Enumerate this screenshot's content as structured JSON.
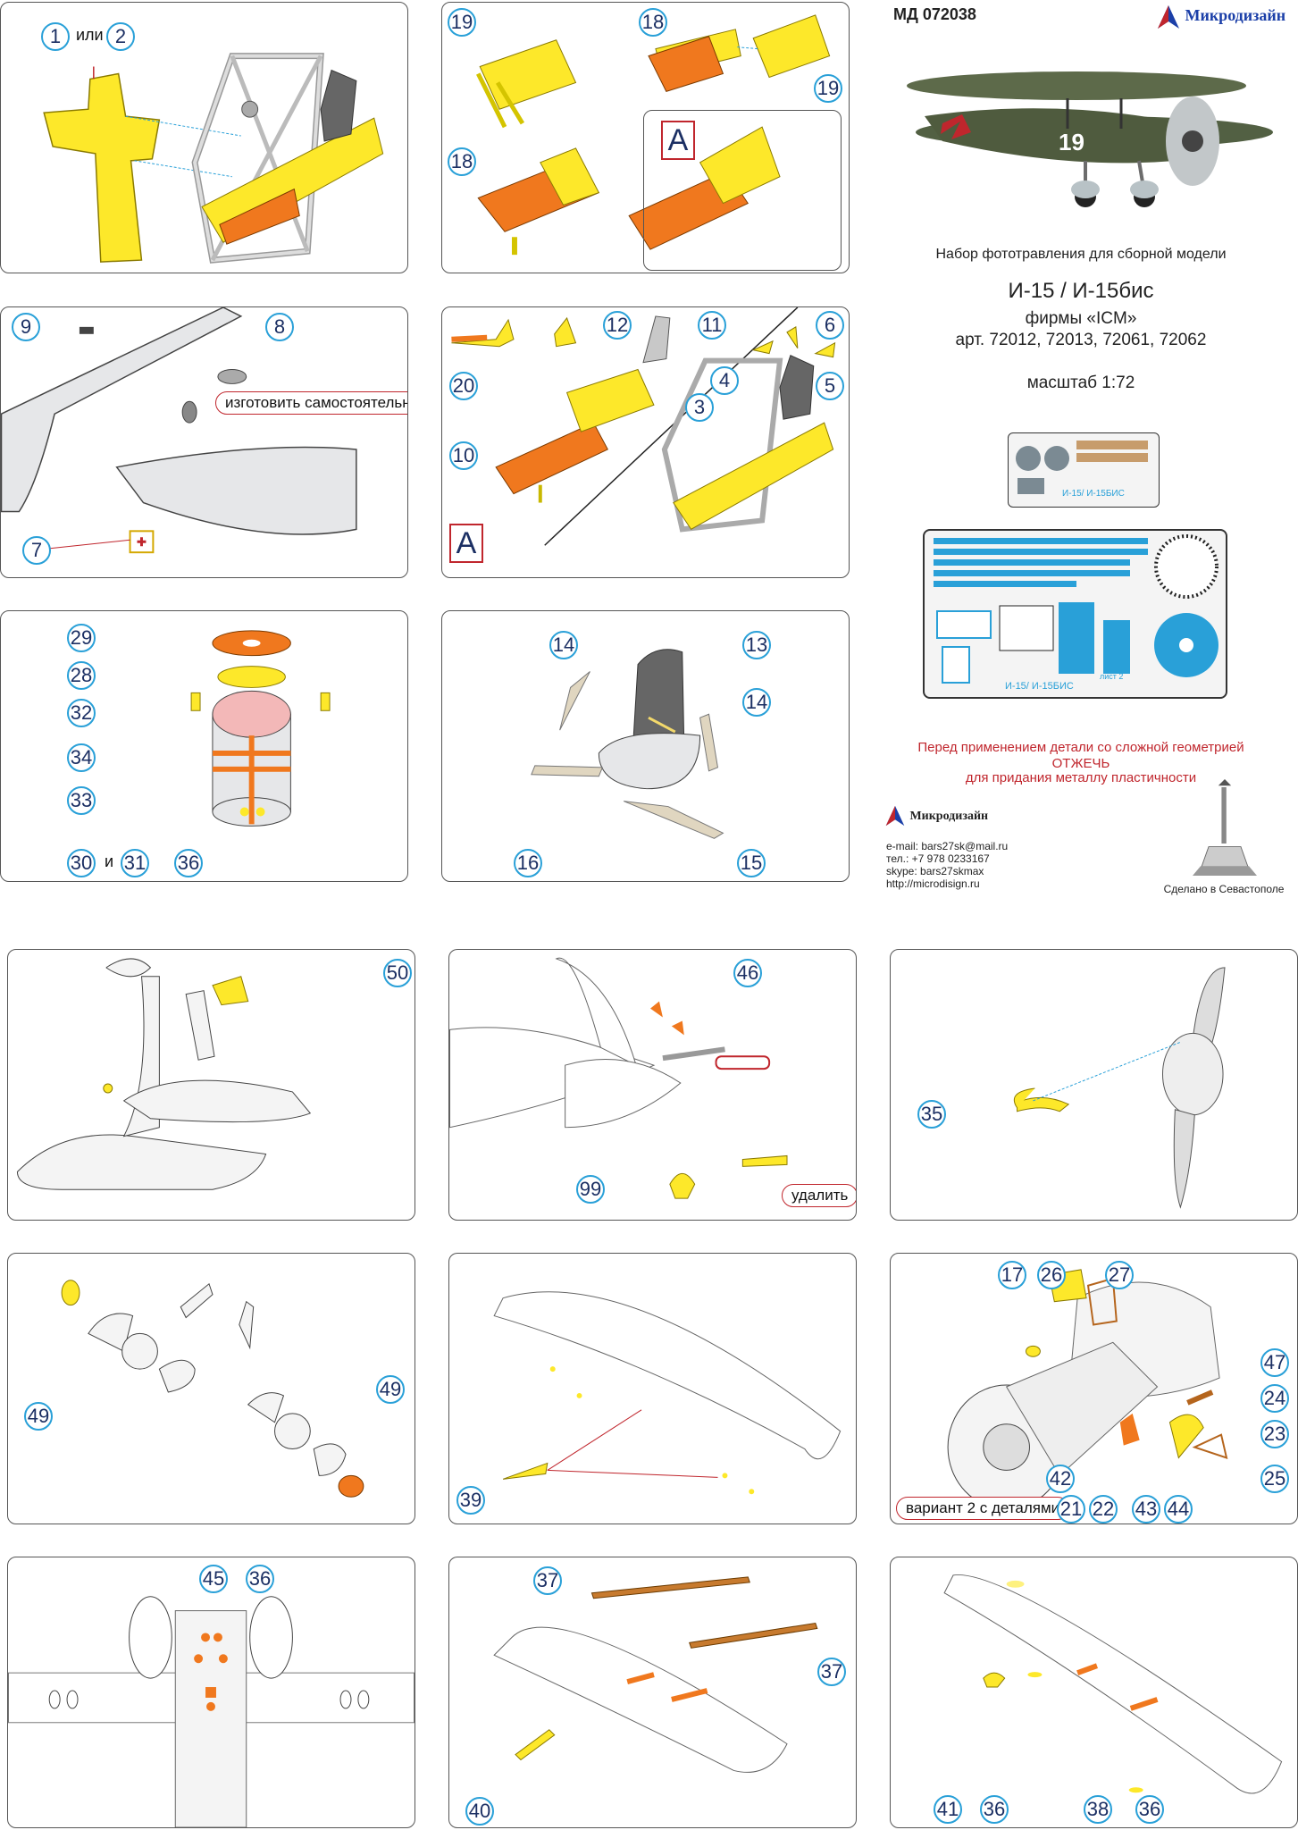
{
  "header": {
    "article": "МД 072038",
    "brand": "Микродизайн",
    "kit_intro": "Набор фототравления для сборной модели",
    "model_name": "И-15 / И-15бис",
    "maker": "фирмы «ICM»",
    "articles": "арт. 72012, 72013, 72061, 72062",
    "scale": "масштаб 1:72"
  },
  "fret": {
    "label_small": "И-15/ И-15БИС",
    "label_large": "И-15/ И-15БИС",
    "sheet": "лист 2"
  },
  "warning": {
    "line1": "Перед применением детали со сложной геометрией",
    "line2": "ОТЖЕЧЬ",
    "line3": "для придания металлу пластичности"
  },
  "contacts": {
    "brand": "Микродизайн",
    "email": "e-mail: bars27sk@mail.ru",
    "phone": "тел.: +7 978 0233167",
    "skype": "skype: bars27skmax",
    "site": "http://microdisign.ru"
  },
  "made_in": "Сделано в Севастополе",
  "aircraft_number": "19",
  "colors": {
    "yellow": "#fde82a",
    "orange": "#f0781e",
    "callout_ring": "#29a0d8",
    "callout_text": "#1b2f63",
    "accent_red": "#c0262d",
    "model_grey": "#e6e7e9"
  },
  "steps": {
    "p1": {
      "n1": "1",
      "or": "или",
      "n2": "2"
    },
    "p2": {
      "n19a": "19",
      "n18a": "18",
      "n19b": "19",
      "n18b": "18",
      "box": "A"
    },
    "p3": {
      "n9": "9",
      "n8": "8",
      "note": "изготовить самостоятельно",
      "n7": "7"
    },
    "p4": {
      "n20": "20",
      "n12": "12",
      "n11": "11",
      "n6": "6",
      "n4": "4",
      "n5": "5",
      "n3": "3",
      "n10": "10",
      "box": "A"
    },
    "p5": {
      "n29": "29",
      "n28": "28",
      "n32": "32",
      "n34": "34",
      "n33": "33",
      "n30": "30",
      "and": "и",
      "n31": "31",
      "n36": "36"
    },
    "p6": {
      "n14a": "14",
      "n13": "13",
      "n14b": "14",
      "n16": "16",
      "n15": "15"
    },
    "p7": {
      "n50": "50"
    },
    "p8": {
      "n46": "46",
      "n99": "99",
      "note": "удалить"
    },
    "p9": {
      "n35": "35"
    },
    "p10": {
      "n49a": "49",
      "n49b": "49"
    },
    "p11": {
      "n39": "39"
    },
    "p12": {
      "n17": "17",
      "n26": "26",
      "n27": "27",
      "n47": "47",
      "n24": "24",
      "n23": "23",
      "n25": "25",
      "n42": "42",
      "n43": "43",
      "n44": "44",
      "n21": "21",
      "n22": "22",
      "note": "вариант 2 с деталями"
    },
    "p13": {
      "n45": "45",
      "n36": "36"
    },
    "p14": {
      "n37a": "37",
      "n37b": "37",
      "n40": "40"
    },
    "p15": {
      "n41": "41",
      "n36a": "36",
      "n38": "38",
      "n36b": "36"
    }
  }
}
